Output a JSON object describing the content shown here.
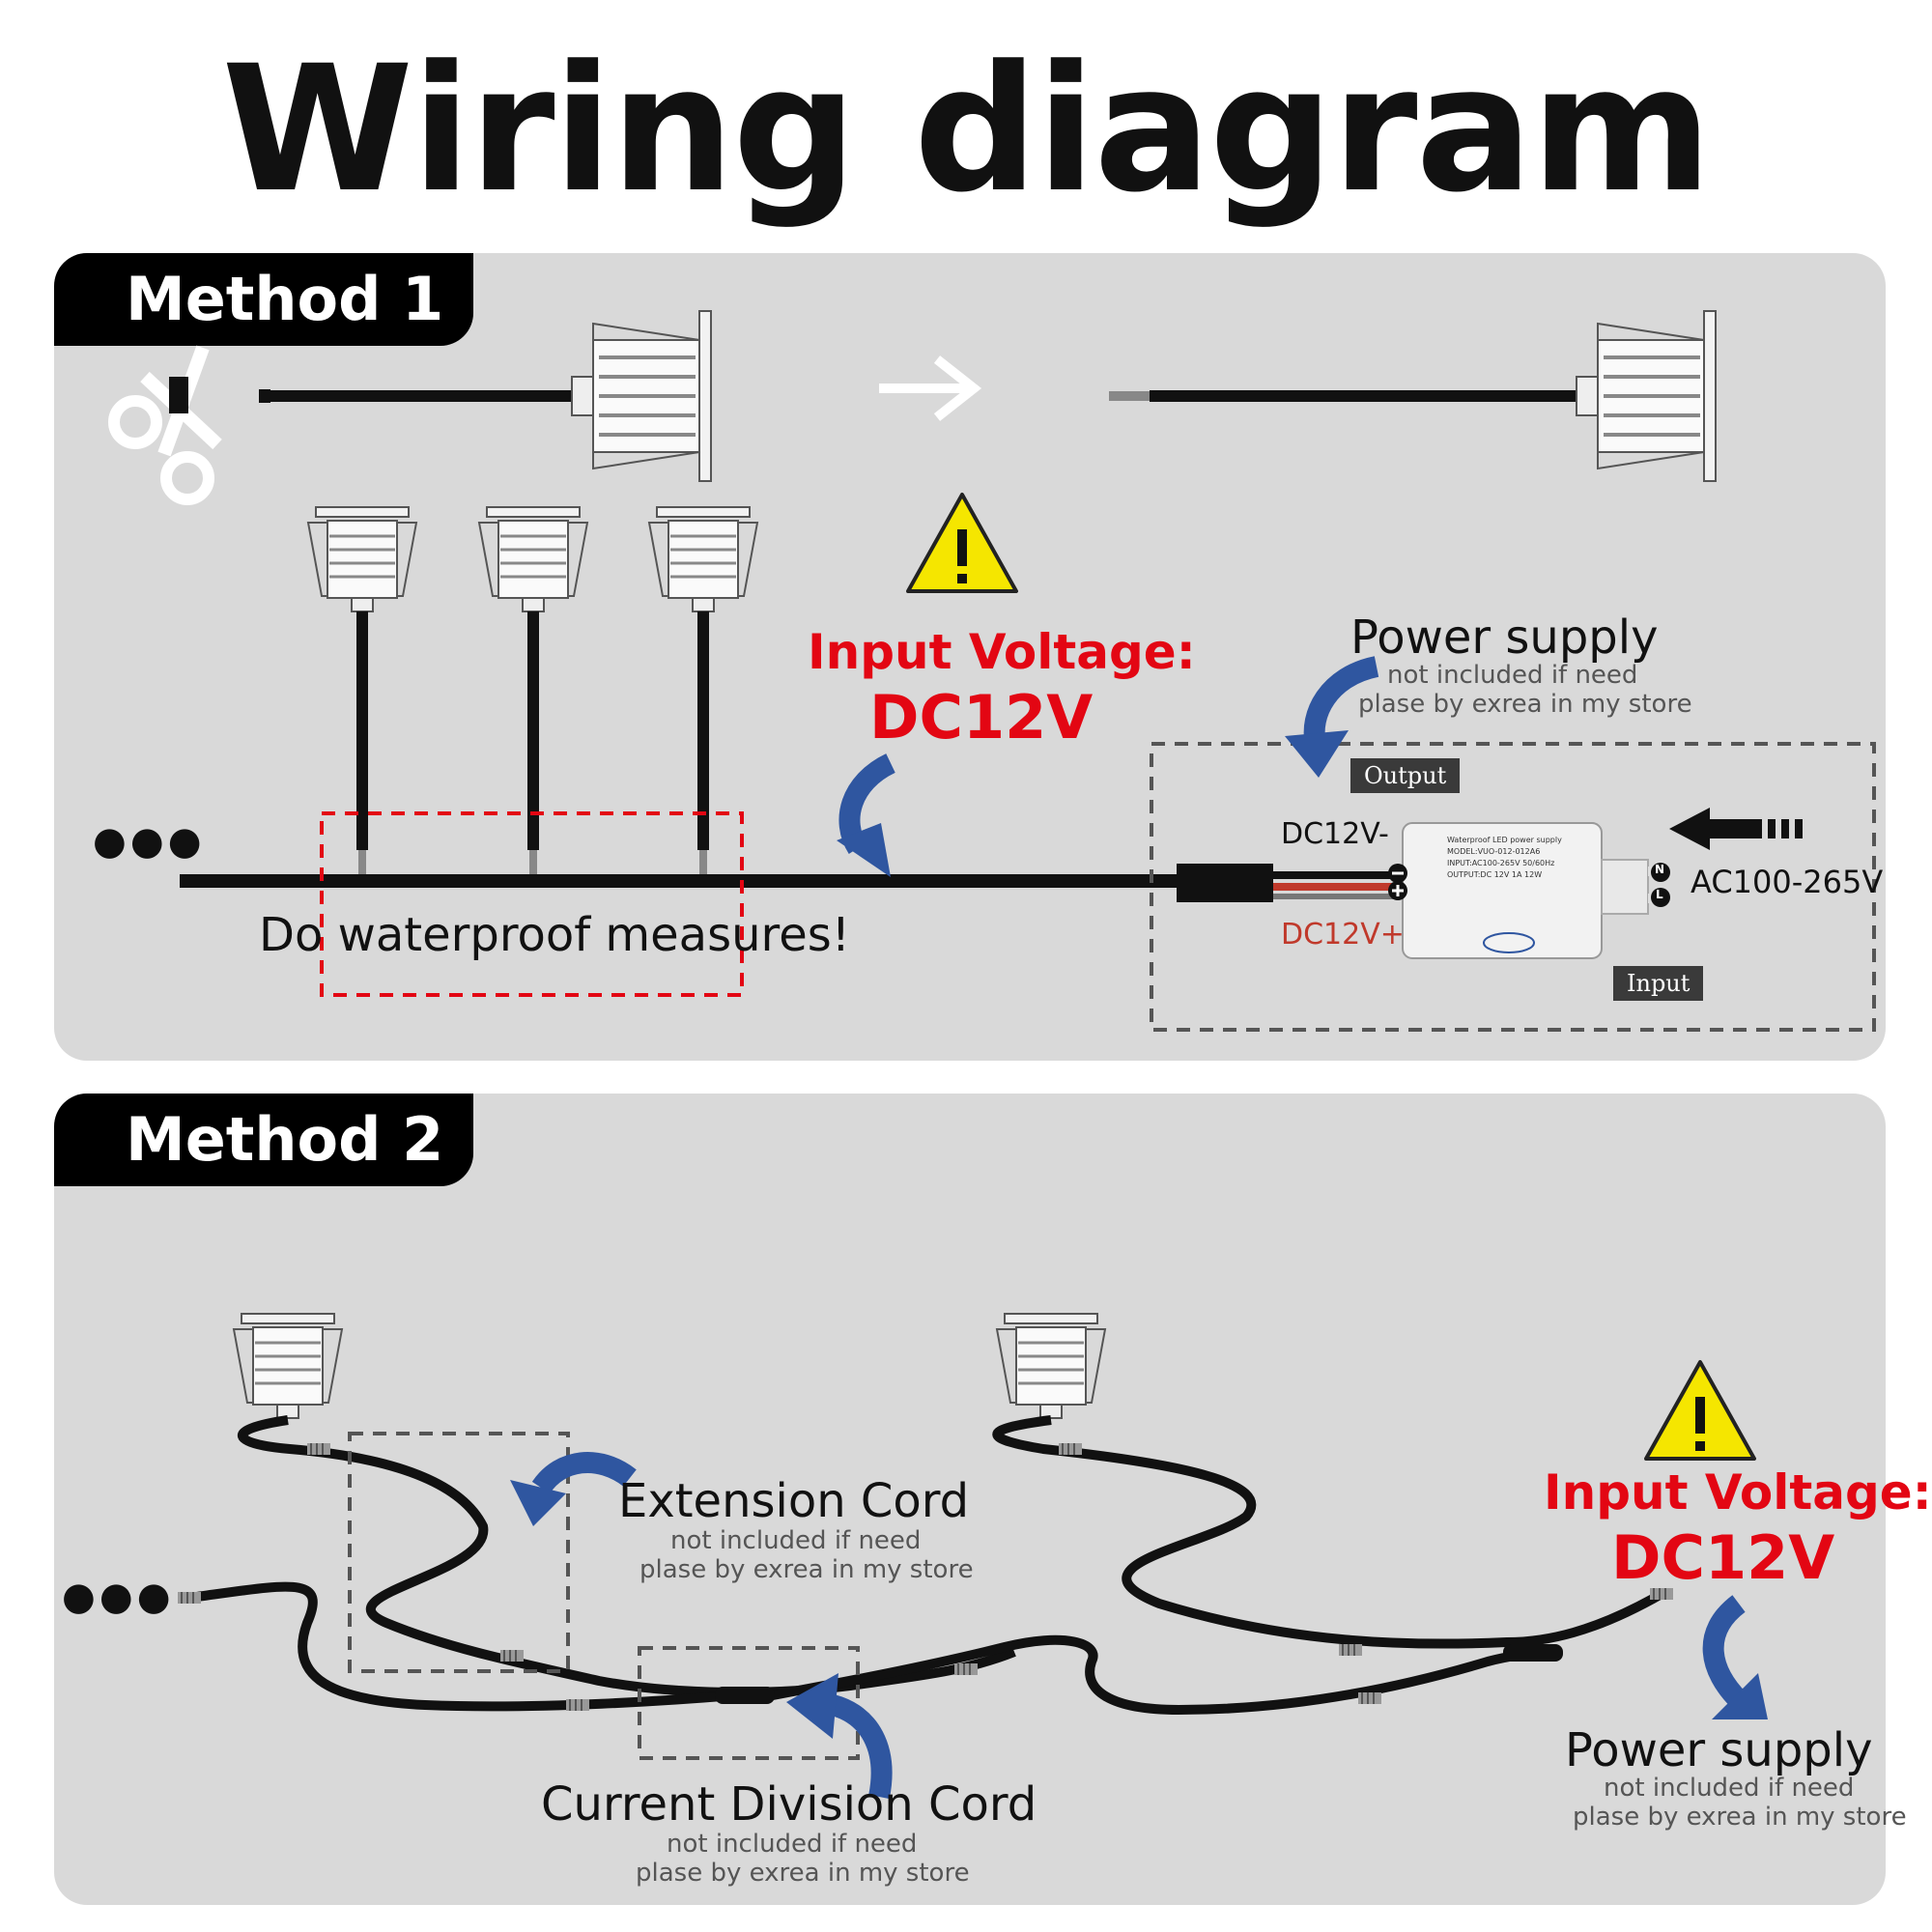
{
  "title": "Wiring diagram",
  "method1": {
    "tab": "Method 1",
    "input_voltage_label": "Input Voltage:",
    "input_voltage_value": "DC12V",
    "power_supply": {
      "title": "Power supply",
      "note1": "not included if need",
      "note2": "plase by exrea in my store"
    },
    "output_tag": "Output",
    "input_tag": "Input",
    "dc_minus": "DC12V-",
    "dc_plus": "DC12V+",
    "ac": "AC100-265V",
    "psu_text": [
      "Waterproof LED power supply",
      "MODEL:VUO-012-012A6",
      "INPUT:AC100-265V  50/60Hz",
      "OUTPUT:DC 12V  1A  12W"
    ],
    "waterproof": "Do waterproof measures!",
    "n_label": "N",
    "l_label": "L",
    "ellipsis": "●●●"
  },
  "method2": {
    "tab": "Method 2",
    "extension": {
      "title": "Extension Cord",
      "note1": "not included if need",
      "note2": "plase by exrea in my store"
    },
    "division": {
      "title": "Current Division Cord",
      "note1": "not included if need",
      "note2": "plase by exrea in my store"
    },
    "power_supply": {
      "title": "Power supply",
      "note1": "not included if need",
      "note2": "plase by exrea in my store"
    },
    "input_voltage_label": "Input Voltage:",
    "input_voltage_value": "DC12V",
    "ellipsis": "●●●"
  },
  "colors": {
    "red": "#e30613",
    "arrow_blue": "#2f56a0",
    "panel": "#d9d9d9",
    "warning_yellow": "#f5e600"
  }
}
